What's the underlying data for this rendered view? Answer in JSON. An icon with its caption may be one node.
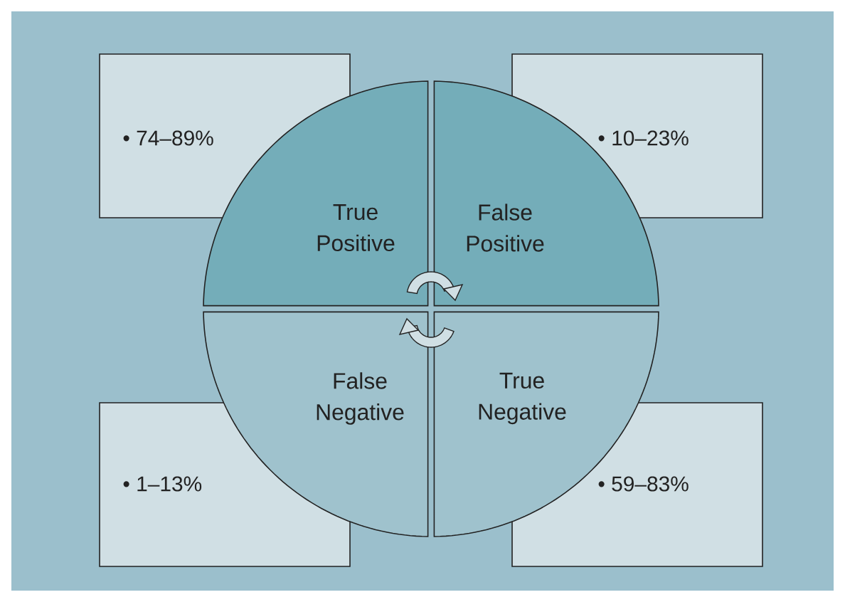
{
  "diagram": {
    "nodes": [
      {
        "text": [
          "• 74–89%"
        ]
      },
      {
        "text": [
          "• 10–23%"
        ]
      },
      {
        "text": [
          "• 1–13%"
        ]
      },
      {
        "text": [
          "• 59–83%"
        ]
      },
      {
        "text": [
          "True Positive"
        ]
      },
      {
        "text": [
          "False Positive"
        ]
      },
      {
        "text": [
          "False Negative"
        ]
      },
      {
        "text": [
          "True Negative"
        ]
      }
    ]
  }
}
